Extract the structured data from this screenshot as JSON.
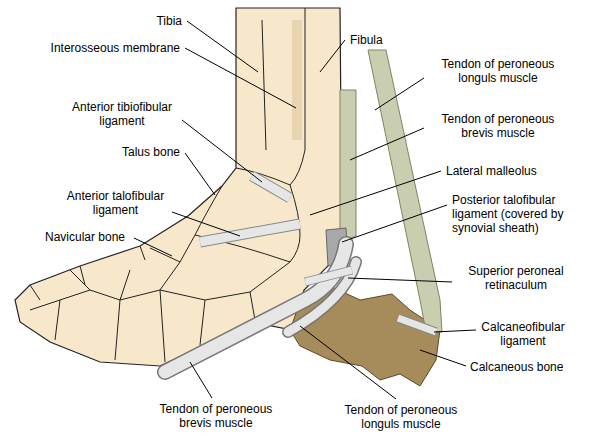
{
  "diagram": {
    "labels": [
      "Tibia",
      "Fibula",
      "Interosseous membrane",
      "Tendon of peroneous longuls muscle",
      "Anterior tibiofibular ligament",
      "Tendon of peroneous brevis muscle",
      "Talus bone",
      "Lateral malleolus",
      "Anterior talofibular ligament",
      "Posterior talofibular ligament (covered by synovial sheath)",
      "Navicular bone",
      "Superior peroneal retinaculum",
      "Calcaneofibular ligament",
      "Calcaneous bone",
      "Tendon of peroneous brevis muscle",
      "Tendon of peroneous longuls muscle"
    ]
  }
}
